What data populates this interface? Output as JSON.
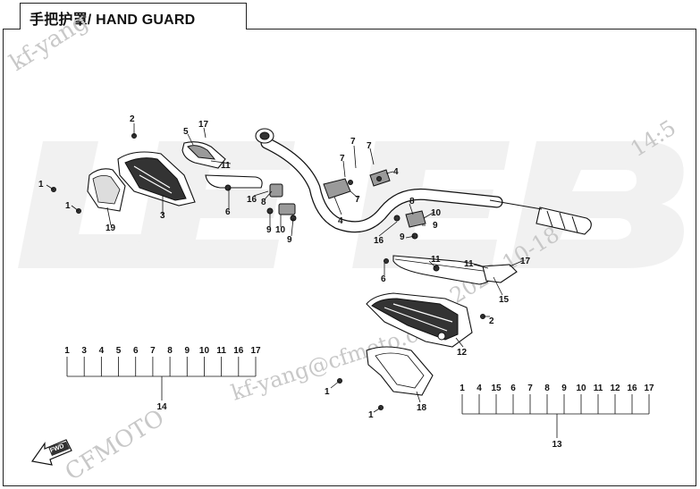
{
  "title": "手把护罩/ HAND GUARD",
  "watermarks": {
    "top_left": "kf-yang",
    "top_right": "14:5",
    "date": "2023-10-18",
    "middle": "kf-yang@cfmoto.com",
    "bottom_left": "CFMOTO",
    "background_logo": "LEEB"
  },
  "fwd_label": "FWD",
  "callouts": {
    "c2a": "2",
    "c17a": "17",
    "c5": "5",
    "c11a": "11",
    "c1a": "1",
    "c1b": "1",
    "c3": "3",
    "c19": "19",
    "c16a": "16",
    "c8a": "8",
    "c6a": "6",
    "c9a": "9",
    "c10a": "10",
    "c9b": "9",
    "c7a": "7",
    "c7b": "7",
    "c7c": "7",
    "c7d": "7",
    "c4a": "4",
    "c4b": "4",
    "c8b": "8",
    "c10b": "10",
    "c9c": "9",
    "c9d": "9",
    "c16b": "16",
    "c11b": "11",
    "c11c": "11",
    "c17b": "17",
    "c6b": "6",
    "c15": "15",
    "c2b": "2",
    "c12": "12",
    "c1c": "1",
    "c1d": "1",
    "c18": "18",
    "c14": "14",
    "c13": "13"
  },
  "kit_14": {
    "label": "14",
    "items": [
      "1",
      "3",
      "4",
      "5",
      "6",
      "7",
      "8",
      "9",
      "10",
      "11",
      "16",
      "17"
    ]
  },
  "kit_13": {
    "label": "13",
    "items": [
      "1",
      "4",
      "15",
      "6",
      "7",
      "8",
      "9",
      "10",
      "11",
      "12",
      "16",
      "17"
    ]
  }
}
